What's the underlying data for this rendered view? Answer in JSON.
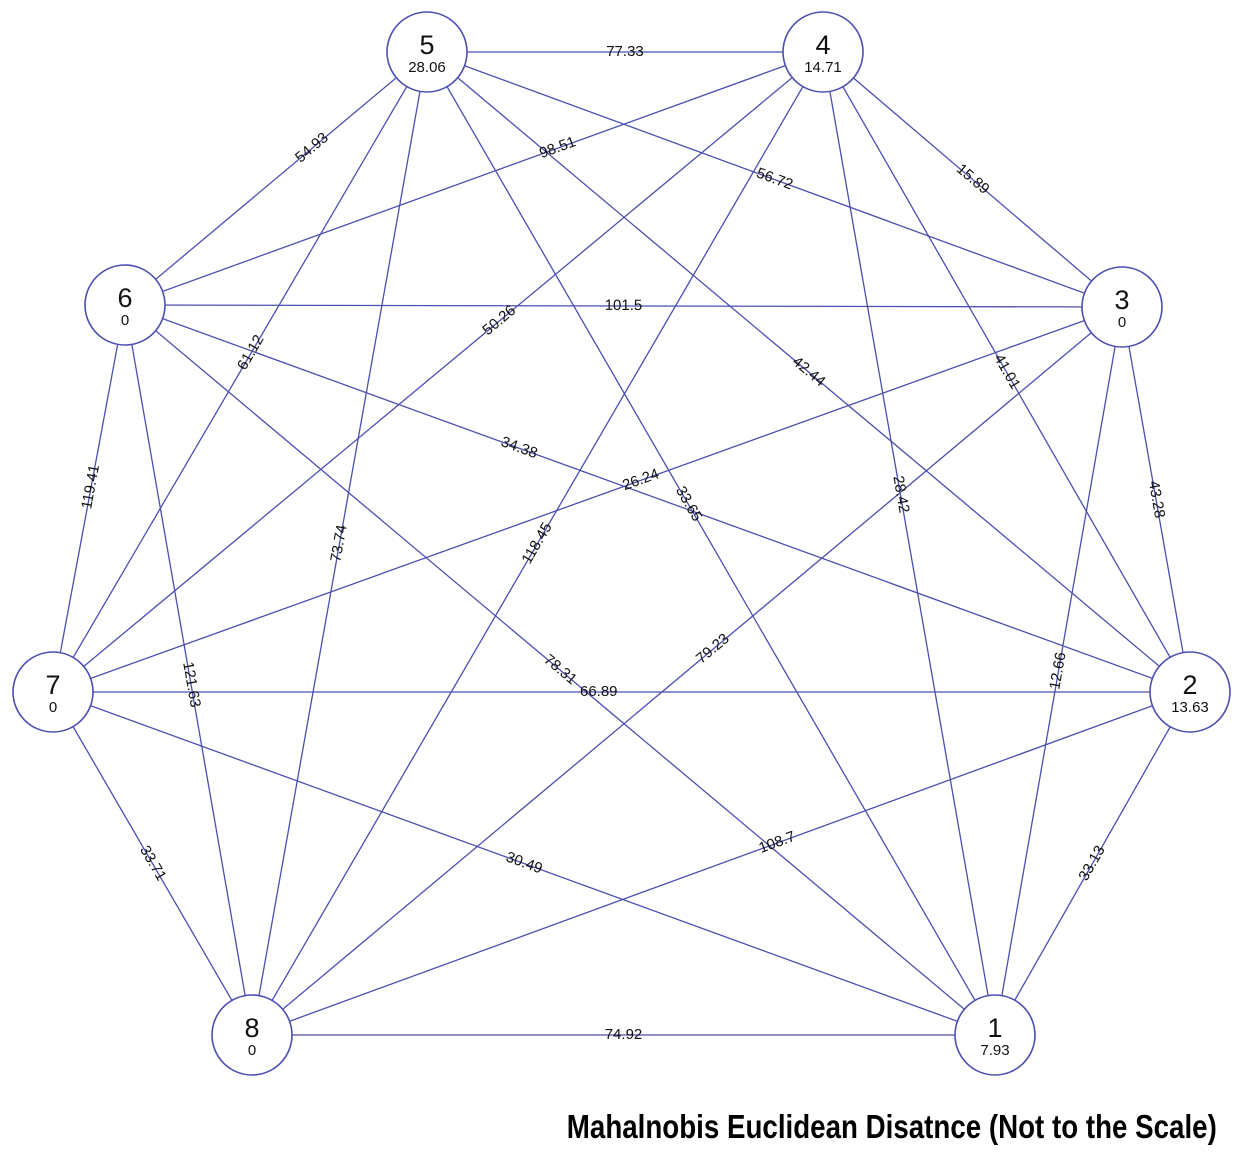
{
  "caption": "Mahalnobis Euclidean Disatnce (Not to the Scale)",
  "colors": {
    "edge": "#4b4fb0",
    "text": "#111111"
  },
  "nodes": [
    {
      "id": "1",
      "value": "7.93"
    },
    {
      "id": "2",
      "value": "13.63"
    },
    {
      "id": "3",
      "value": "0"
    },
    {
      "id": "4",
      "value": "14.71"
    },
    {
      "id": "5",
      "value": "28.06"
    },
    {
      "id": "6",
      "value": "0"
    },
    {
      "id": "7",
      "value": "0"
    },
    {
      "id": "8",
      "value": "0"
    }
  ],
  "edges": [
    {
      "from": "5",
      "to": "4",
      "label": "77.33"
    },
    {
      "from": "5",
      "to": "6",
      "label": "54.93"
    },
    {
      "from": "4",
      "to": "6",
      "label": "98.51"
    },
    {
      "from": "5",
      "to": "3",
      "label": "56.72"
    },
    {
      "from": "4",
      "to": "3",
      "label": "15.89"
    },
    {
      "from": "6",
      "to": "3",
      "label": "101.5"
    },
    {
      "from": "5",
      "to": "7",
      "label": "61.12"
    },
    {
      "from": "4",
      "to": "7",
      "label": "50.26"
    },
    {
      "from": "5",
      "to": "2",
      "label": "42.44"
    },
    {
      "from": "4",
      "to": "2",
      "label": "41.01"
    },
    {
      "from": "6",
      "to": "7",
      "label": "119.41"
    },
    {
      "from": "3",
      "to": "2",
      "label": "43.28"
    },
    {
      "from": "5",
      "to": "8",
      "label": "73.74"
    },
    {
      "from": "4",
      "to": "8",
      "label": "118.45"
    },
    {
      "from": "3",
      "to": "7",
      "label": "26.24"
    },
    {
      "from": "6",
      "to": "2",
      "label": "34.38"
    },
    {
      "from": "5",
      "to": "1",
      "label": "33.65"
    },
    {
      "from": "4",
      "to": "1",
      "label": "28.42"
    },
    {
      "from": "3",
      "to": "1",
      "label": "12.66"
    },
    {
      "from": "6",
      "to": "1",
      "label": "78.31"
    },
    {
      "from": "7",
      "to": "2",
      "label": "66.89"
    },
    {
      "from": "3",
      "to": "8",
      "label": "79.23"
    },
    {
      "from": "6",
      "to": "8",
      "label": "121.63"
    },
    {
      "from": "7",
      "to": "8",
      "label": "33.71"
    },
    {
      "from": "2",
      "to": "1",
      "label": "33.13"
    },
    {
      "from": "7",
      "to": "1",
      "label": "30.49"
    },
    {
      "from": "2",
      "to": "8",
      "label": "108.7"
    },
    {
      "from": "8",
      "to": "1",
      "label": "74.92"
    }
  ]
}
